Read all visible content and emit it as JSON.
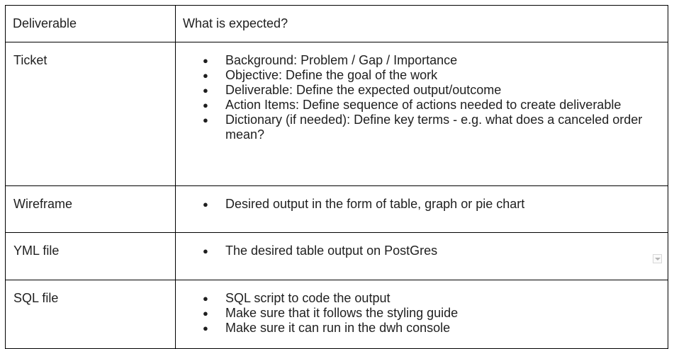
{
  "table": {
    "headers": [
      "Deliverable",
      "What is expected?"
    ],
    "rows": [
      {
        "deliverable": "Ticket",
        "items": [
          "Background: Problem / Gap / Importance",
          "Objective: Define the goal of the work",
          "Deliverable: Define the expected output/outcome",
          "Action Items: Define sequence of actions needed to create deliverable",
          "Dictionary (if needed): Define key terms - e.g. what does a canceled order mean?"
        ]
      },
      {
        "deliverable": "Wireframe",
        "items": [
          "Desired output in the form of table, graph or pie chart"
        ]
      },
      {
        "deliverable": "YML file",
        "items": [
          "The desired table output on PostGres"
        ]
      },
      {
        "deliverable": "SQL file",
        "items": [
          "SQL script to code the output",
          "Make sure that it follows the styling guide",
          "Make sure it can run in the dwh console"
        ]
      }
    ]
  },
  "bullet_glyph": "●"
}
